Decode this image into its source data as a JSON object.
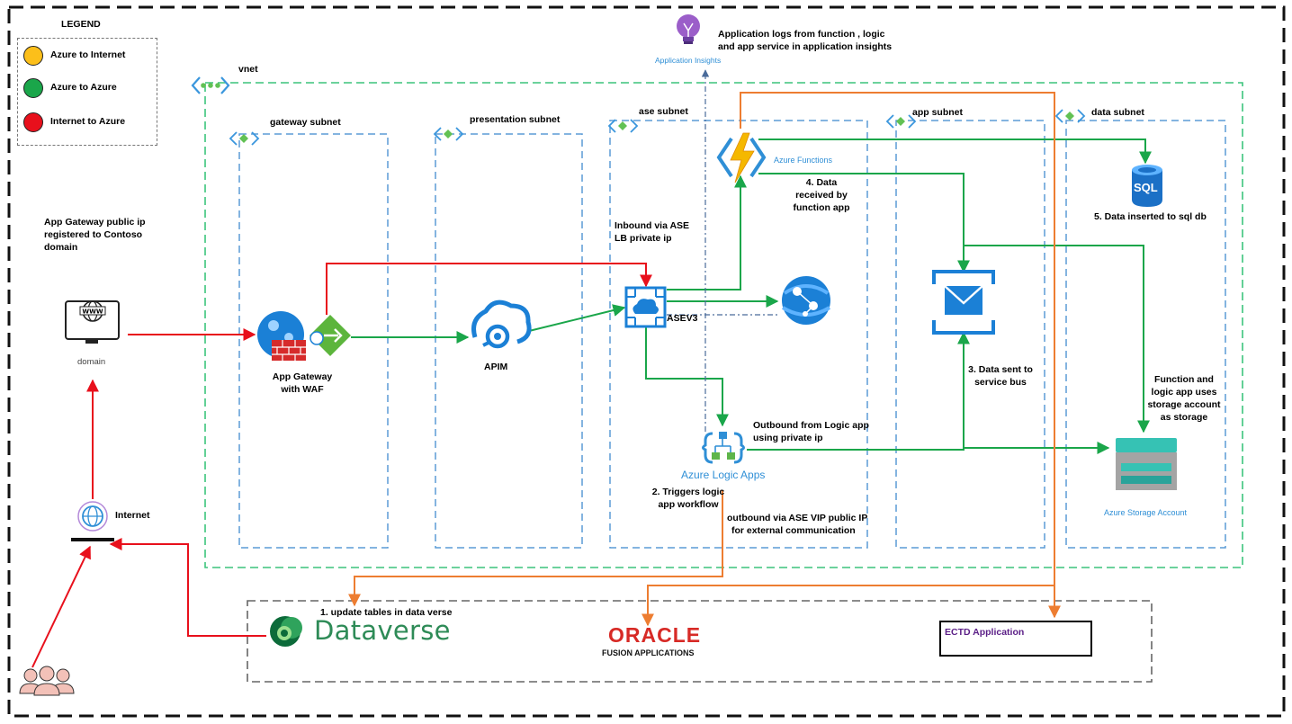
{
  "legend": {
    "title": "LEGEND",
    "items": [
      {
        "label": "Azure to Internet",
        "color": "#fcbf1a"
      },
      {
        "label": "Azure to Azure",
        "color": "#1aa64a"
      },
      {
        "label": "Internet to Azure",
        "color": "#e8101c"
      }
    ]
  },
  "colors": {
    "green": "#1aa64a",
    "red": "#e8101c",
    "orange": "#ed7d31",
    "vnet_border": "#3cc47c",
    "subnet_border": "#5b9bd5",
    "outer_border": "#111111"
  },
  "vnet": {
    "label": "vnet"
  },
  "subnets": [
    {
      "label": "gateway subnet"
    },
    {
      "label": "presentation  subnet"
    },
    {
      "label": "ase subnet"
    },
    {
      "label": "app subnet"
    },
    {
      "label": "data subnet"
    }
  ],
  "nodes": {
    "app_insights": {
      "label": "Application Insights",
      "note": [
        "Application  logs from function , logic",
        "and app service in application  insights"
      ]
    },
    "domain": {
      "label": "domain",
      "icon": "monitor-www-icon",
      "note": [
        "App  Gateway public ip",
        "registered to Contoso",
        "domain"
      ]
    },
    "internet": {
      "label": "Internet",
      "icon": "globe-icon"
    },
    "users": {
      "icon": "users-icon"
    },
    "app_gateway": {
      "label": [
        "App  Gateway",
        "with WAF"
      ]
    },
    "apim": {
      "label": "APIM"
    },
    "asev3": {
      "label": "ASEV3",
      "note": [
        "Inbound  via ASE",
        "LB private ip"
      ]
    },
    "app_service": {
      "icon": "app-service-icon"
    },
    "azure_functions": {
      "label": "Azure Functions",
      "note": [
        "4. Data",
        "received by",
        "function app"
      ]
    },
    "logic_apps": {
      "label": "Azure Logic Apps",
      "note": [
        "Outbound  from Logic app",
        "using private ip"
      ],
      "trigger": [
        "2. Triggers logic",
        "app workflow"
      ],
      "outbound": [
        "outbound  via ASE VIP public IP",
        "for external communication"
      ]
    },
    "service_bus": {
      "icon": "service-bus-icon",
      "note": [
        "3. Data sent to",
        "service bus"
      ]
    },
    "sql": {
      "label": "SQL",
      "note": "5. Data inserted to sql db"
    },
    "storage": {
      "label": "Azure Storage Account",
      "note": [
        "Function  and",
        "logic app  uses",
        "storage account",
        "as storage"
      ]
    },
    "dataverse": {
      "label": "Dataverse",
      "note": "1. update tables  in data verse"
    },
    "oracle": {
      "label": "ORACLE",
      "sub": "FUSION APPLICATIONS"
    },
    "ectd": {
      "label": "ECTD Application"
    }
  }
}
